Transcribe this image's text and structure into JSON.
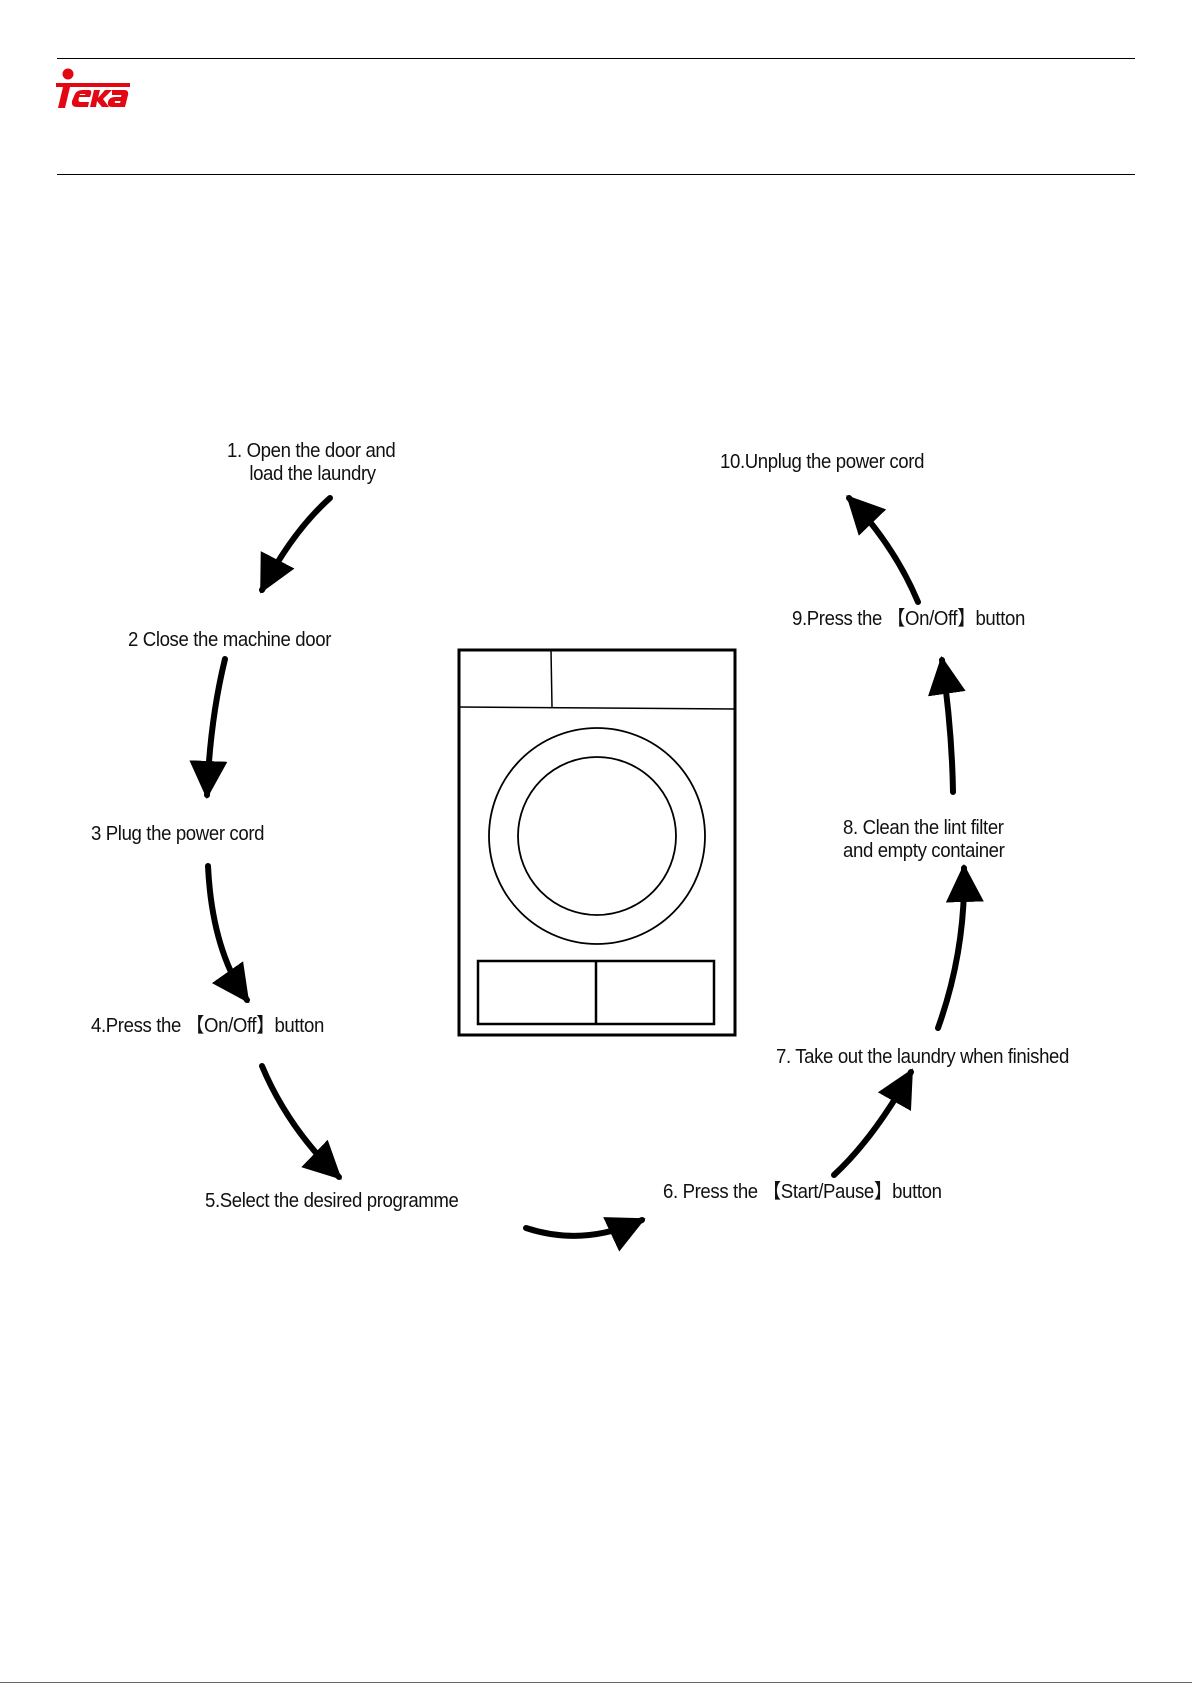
{
  "brand": {
    "name": "teka",
    "color": "#e30613"
  },
  "diagram": {
    "steps": [
      {
        "id": 1,
        "line1": "1. Open the door and",
        "line2": "load the laundry"
      },
      {
        "id": 2,
        "line1": "2 Close the machine door"
      },
      {
        "id": 3,
        "line1": "3 Plug the power cord"
      },
      {
        "id": 4,
        "line1": "4.Press the 【On/Off】button"
      },
      {
        "id": 5,
        "line1": "5.Select the desired programme"
      },
      {
        "id": 6,
        "line1": "6. Press the 【Start/Pause】button"
      },
      {
        "id": 7,
        "line1": "7. Take out the laundry when finished"
      },
      {
        "id": 8,
        "line1": "8. Clean the lint filter",
        "line2": "and empty container"
      },
      {
        "id": 9,
        "line1": "9.Press the 【On/Off】button"
      },
      {
        "id": 10,
        "line1": "10.Unplug the power cord"
      }
    ]
  }
}
